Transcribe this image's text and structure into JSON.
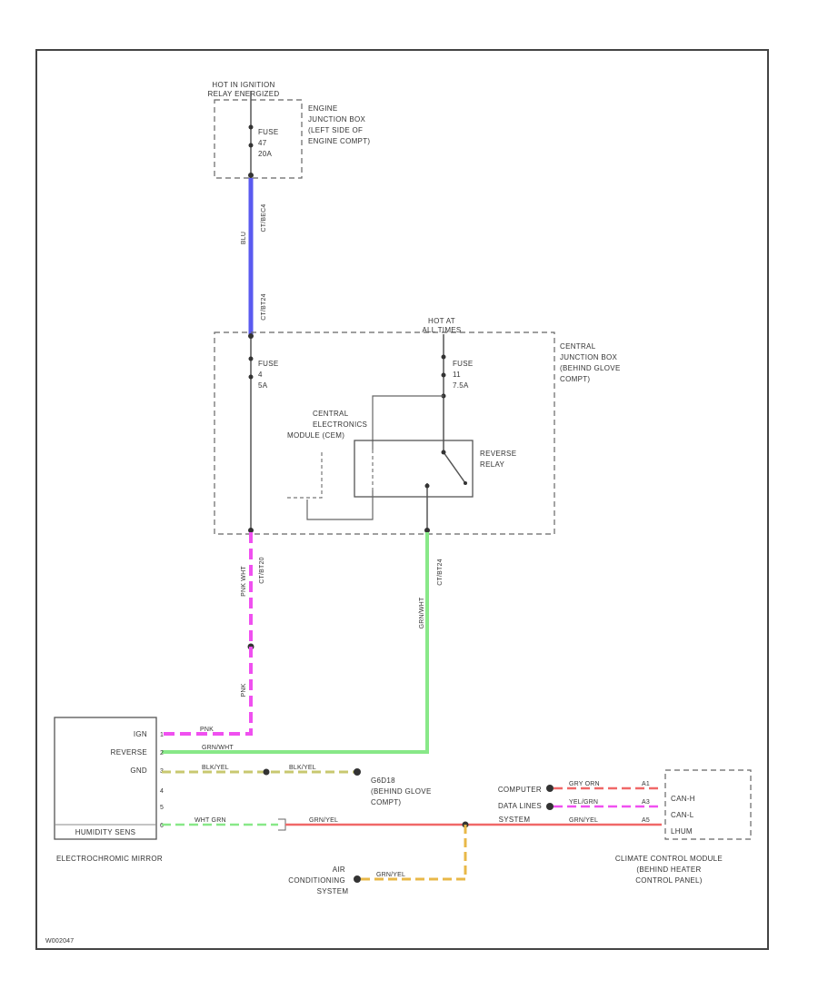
{
  "power_sources": {
    "hot_ignition": [
      "HOT IN IGNITION",
      "RELAY ENERGIZED"
    ],
    "hot_at_all_times": [
      "HOT AT",
      "ALL TIMES"
    ]
  },
  "engine_jbox": {
    "label": [
      "ENGINE",
      "JUNCTION BOX",
      "(LEFT SIDE OF",
      "ENGINE COMPT)"
    ],
    "fuse": [
      "FUSE",
      "47",
      "20A"
    ]
  },
  "central_jbox": {
    "label": [
      "CENTRAL",
      "JUNCTION BOX",
      "(BEHIND GLOVE",
      "COMPT)"
    ],
    "fuse_left": [
      "FUSE",
      "4",
      "5A"
    ],
    "fuse_right": [
      "FUSE",
      "11",
      "7.5A"
    ],
    "cem": [
      "CENTRAL",
      "ELECTRONICS",
      "MODULE (CEM)"
    ],
    "relay": [
      "REVERSE",
      "RELAY"
    ]
  },
  "connectors": {
    "c1": "CT/BEC4",
    "c2": "CT/BT24",
    "c3": "CT/BT20",
    "c4": "CT/BT24"
  },
  "wires": {
    "blue": "BLU",
    "pink": "PNK WHT",
    "pink_lower": "PNK",
    "green": "GRN/WHT",
    "ign_label": "PNK",
    "rev_label": "GRN/WHT",
    "gnd_label": "BLK/YEL",
    "gnd_label2": "BLK/YEL",
    "hum_label": "WHT GRN",
    "hum_label2": "GRN/YEL",
    "ac_label": "GRN/YEL",
    "data1": "GRY ORN",
    "data2": "YEL/GRN",
    "data3": "GRN/YEL"
  },
  "mirror": {
    "pins": [
      "IGN",
      "REVERSE",
      "GND",
      "",
      "",
      ""
    ],
    "pin_numbers": [
      "1",
      "2",
      "3",
      "4",
      "5",
      "6"
    ],
    "sensor": "HUMIDITY SENS",
    "label": "ELECTROCHROMIC MIRROR"
  },
  "ground": [
    "G6D18",
    "(BEHIND GLOVE",
    "COMPT)"
  ],
  "computer_data_lines": [
    "COMPUTER",
    "DATA LINES",
    "SYSTEM"
  ],
  "ac_system": [
    "AIR",
    "CONDITIONING",
    "SYSTEM"
  ],
  "climate_module": {
    "pins": [
      "CAN-H",
      "CAN-L",
      "LHUM"
    ],
    "pin_numbers": [
      "A1",
      "A3",
      "A5"
    ],
    "label": [
      "CLIMATE CONTROL MODULE",
      "(BEHIND HEATER",
      "CONTROL PANEL)"
    ]
  },
  "diagram_id": "W002047",
  "colors": {
    "blue": "#5a5af0",
    "pink": "#f050f0",
    "green": "#88e888",
    "olive": "#c8c870",
    "red": "#f06868",
    "orange": "#e8b848"
  }
}
